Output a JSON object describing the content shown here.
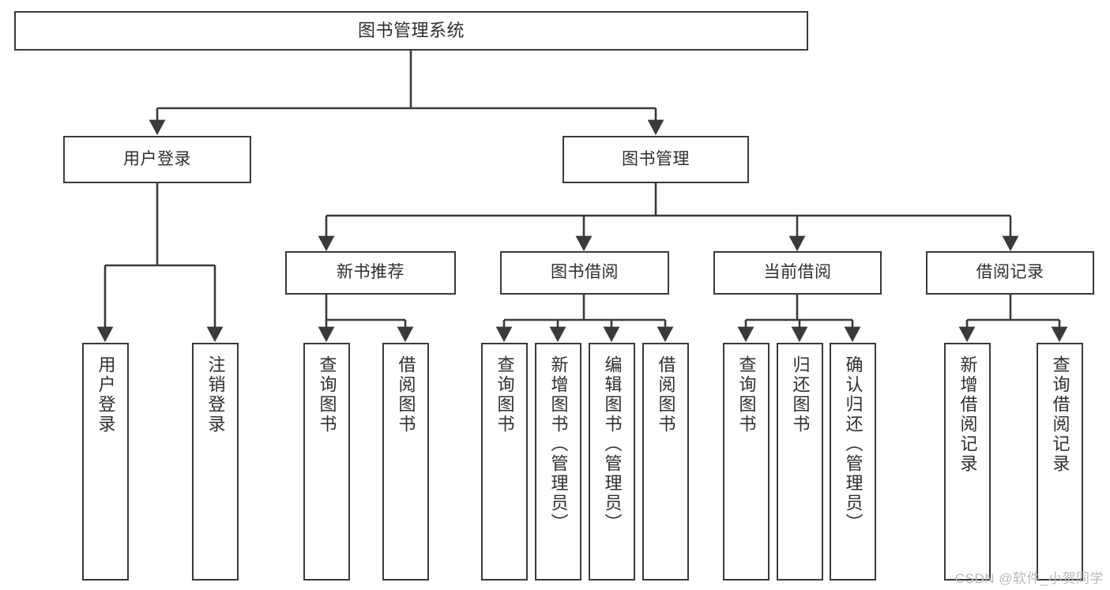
{
  "diagram": {
    "type": "tree",
    "title": "图书管理系统",
    "orientation": "top-down",
    "colors": {
      "box_border": "#3a3a3a",
      "box_fill": "#ffffff",
      "edge": "#3a3a3a",
      "text": "#2f2f2f",
      "watermark": "#b9b9b9",
      "background": "#ffffff"
    },
    "root": {
      "id": "root",
      "label": "图书管理系统"
    },
    "tier1": [
      {
        "id": "n-user-login",
        "label": "用户登录"
      },
      {
        "id": "n-book-manage",
        "label": "图书管理"
      }
    ],
    "tier2": [
      {
        "id": "n-new-book-rec",
        "label": "新书推荐"
      },
      {
        "id": "n-book-borrow",
        "label": "图书借阅"
      },
      {
        "id": "n-current-borrow",
        "label": "当前借阅"
      },
      {
        "id": "n-borrow-record",
        "label": "借阅记录"
      }
    ],
    "leaves": [
      {
        "id": "leaf-user-login",
        "label": "用户登录",
        "parent": "n-user-login"
      },
      {
        "id": "leaf-logout",
        "label": "注销登录",
        "parent": "n-user-login"
      },
      {
        "id": "leaf-query-book-1",
        "label": "查询图书",
        "parent": "n-new-book-rec"
      },
      {
        "id": "leaf-borrow-book-1",
        "label": "借阅图书",
        "parent": "n-new-book-rec"
      },
      {
        "id": "leaf-query-book-2",
        "label": "查询图书",
        "parent": "n-book-borrow"
      },
      {
        "id": "leaf-add-book",
        "label": "新增图书（管理员）",
        "parent": "n-book-borrow"
      },
      {
        "id": "leaf-edit-book",
        "label": "编辑图书（管理员）",
        "parent": "n-book-borrow"
      },
      {
        "id": "leaf-borrow-book-2",
        "label": "借阅图书",
        "parent": "n-book-borrow"
      },
      {
        "id": "leaf-query-book-3",
        "label": "查询图书",
        "parent": "n-current-borrow"
      },
      {
        "id": "leaf-return-book",
        "label": "归还图书",
        "parent": "n-current-borrow"
      },
      {
        "id": "leaf-confirm-return",
        "label": "确认归还（管理员）",
        "parent": "n-current-borrow"
      },
      {
        "id": "leaf-add-record",
        "label": "新增借阅记录",
        "parent": "n-borrow-record"
      },
      {
        "id": "leaf-query-record",
        "label": "查询借阅记录",
        "parent": "n-borrow-record"
      }
    ]
  },
  "watermark": {
    "text": "CSDN @软件_小贺同学"
  }
}
